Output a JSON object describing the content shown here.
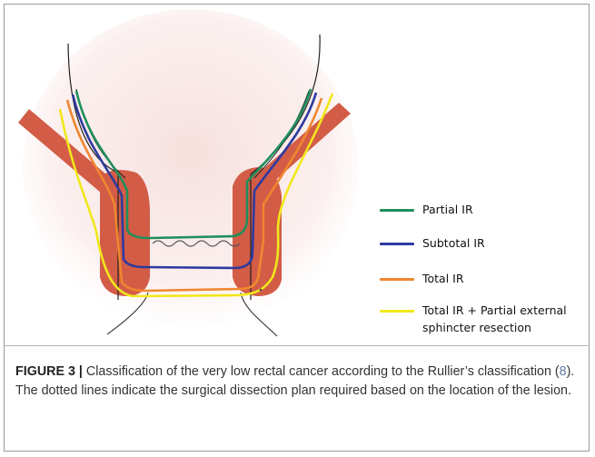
{
  "figure": {
    "legend": [
      {
        "label": "Partial IR",
        "color": "#1f8f5b"
      },
      {
        "label": "Subtotal IR",
        "color": "#2d3aa0"
      },
      {
        "label": "Total IR",
        "color": "#f0862f"
      },
      {
        "label": "Total IR + Partial external\nsphincter resection",
        "color": "#f1e71c"
      }
    ],
    "colors": {
      "muscle": "#d35c46",
      "mucosa_tint": "#f6dedc",
      "outline": "#222222"
    }
  },
  "caption": {
    "label": "FIGURE 3 |",
    "text_before_ref": " Classification of the very low rectal cancer according to the Rullier’s classification (",
    "ref": "8",
    "text_after_ref": "). The dotted lines indicate the surgical dissection plan required based on the location of the lesion."
  }
}
